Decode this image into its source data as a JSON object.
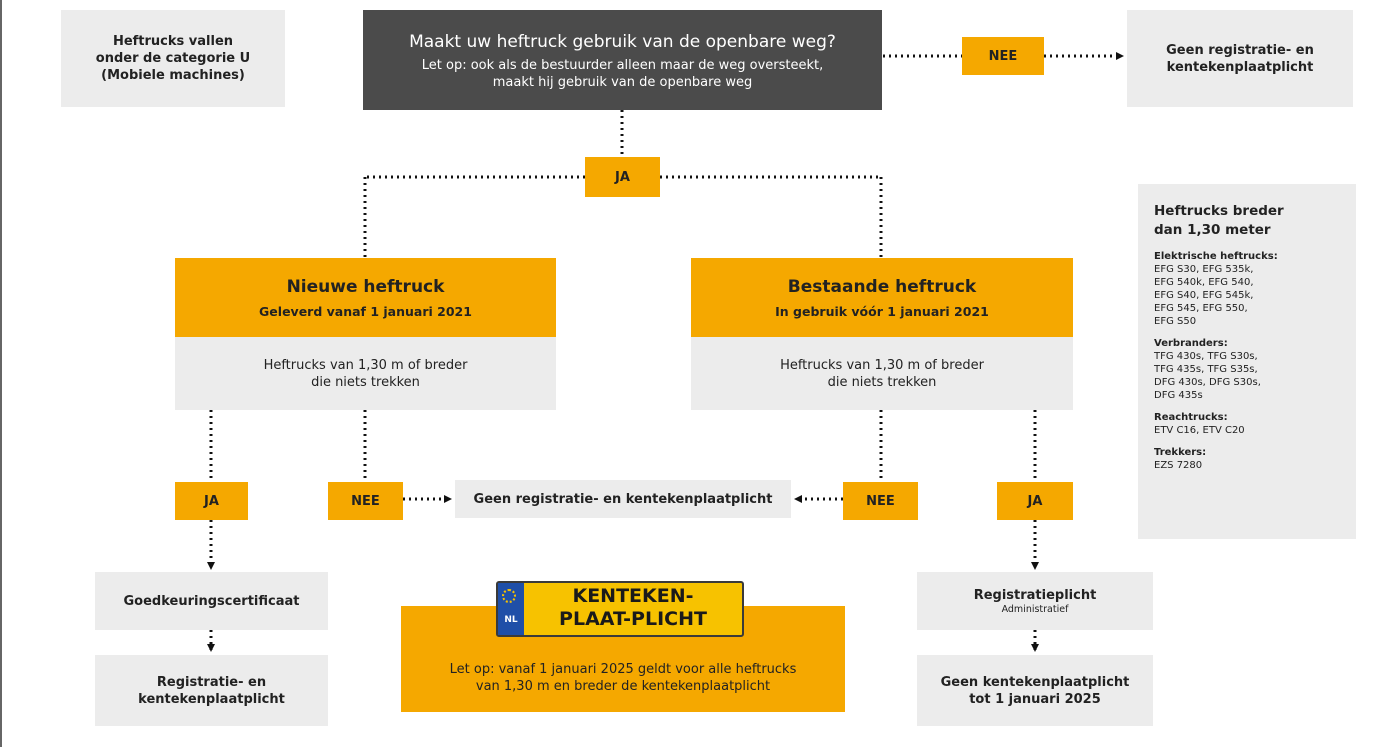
{
  "info_left": {
    "line1": "Heftrucks vallen",
    "line2": "onder de categorie U",
    "line3": "(Mobiele machines)"
  },
  "question": {
    "title": "Maakt uw heftruck gebruik van de openbare weg?",
    "note_line1": "Let op: ook als de bestuurder alleen maar de weg oversteekt,",
    "note_line2": "maakt hij gebruik van de openbare weg"
  },
  "top_no": {
    "label": "NEE",
    "result_line1": "Geen registratie- en",
    "result_line2": "kentekenplaatplicht"
  },
  "top_yes": {
    "label": "JA"
  },
  "new_truck": {
    "title": "Nieuwe heftruck",
    "subtitle": "Geleverd vanaf 1 januari 2021",
    "desc_line1": "Heftrucks van 1,30 m of breder",
    "desc_line2": "die niets trekken",
    "yes_label": "JA",
    "no_label": "NEE",
    "cert": "Goedkeuringscertificaat",
    "result_line1": "Registratie- en",
    "result_line2": "kentekenplaatplicht"
  },
  "existing_truck": {
    "title": "Bestaande heftruck",
    "subtitle": "In gebruik vóór 1 januari 2021",
    "desc_line1": "Heftrucks van 1,30 m of breder",
    "desc_line2": "die niets trekken",
    "yes_label": "JA",
    "no_label": "NEE",
    "reg_title": "Registratieplicht",
    "reg_sub": "Administratief",
    "result_line1": "Geen kentekenplaatplicht",
    "result_line2": "tot 1 januari 2025"
  },
  "middle_result": "Geen registratie- en kentekenplaatplicht",
  "plate": {
    "line1": "KENTEKEN-",
    "line2": "PLAAT-PLICHT",
    "country": "NL",
    "note_line1": "Let op: vanaf 1 januari 2025 geldt voor alle heftrucks",
    "note_line2": "van 1,30 m en breder de kentekenplaatplicht"
  },
  "sidebar": {
    "heading_line1": "Heftrucks breder",
    "heading_line2": "dan 1,30 meter",
    "groups": [
      {
        "category": "Elektrische heftrucks:",
        "lines": [
          "EFG S30, EFG 535k,",
          "EFG 540k, EFG 540,",
          "EFG S40, EFG 545k,",
          "EFG 545, EFG 550,",
          "EFG S50"
        ]
      },
      {
        "category": "Verbranders:",
        "lines": [
          "TFG 430s, TFG S30s,",
          "TFG 435s, TFG S35s,",
          "DFG 430s, DFG S30s,",
          "DFG 435s"
        ]
      },
      {
        "category": "Reachtrucks:",
        "lines": [
          "ETV C16, ETV C20"
        ]
      },
      {
        "category": "Trekkers:",
        "lines": [
          "EZS 7280"
        ]
      }
    ]
  },
  "colors": {
    "orange": "#f5a800",
    "grey": "#ececec",
    "dark": "#4b4b4b",
    "plate_yellow": "#f7c200",
    "eu_blue": "#1f4fa8"
  }
}
